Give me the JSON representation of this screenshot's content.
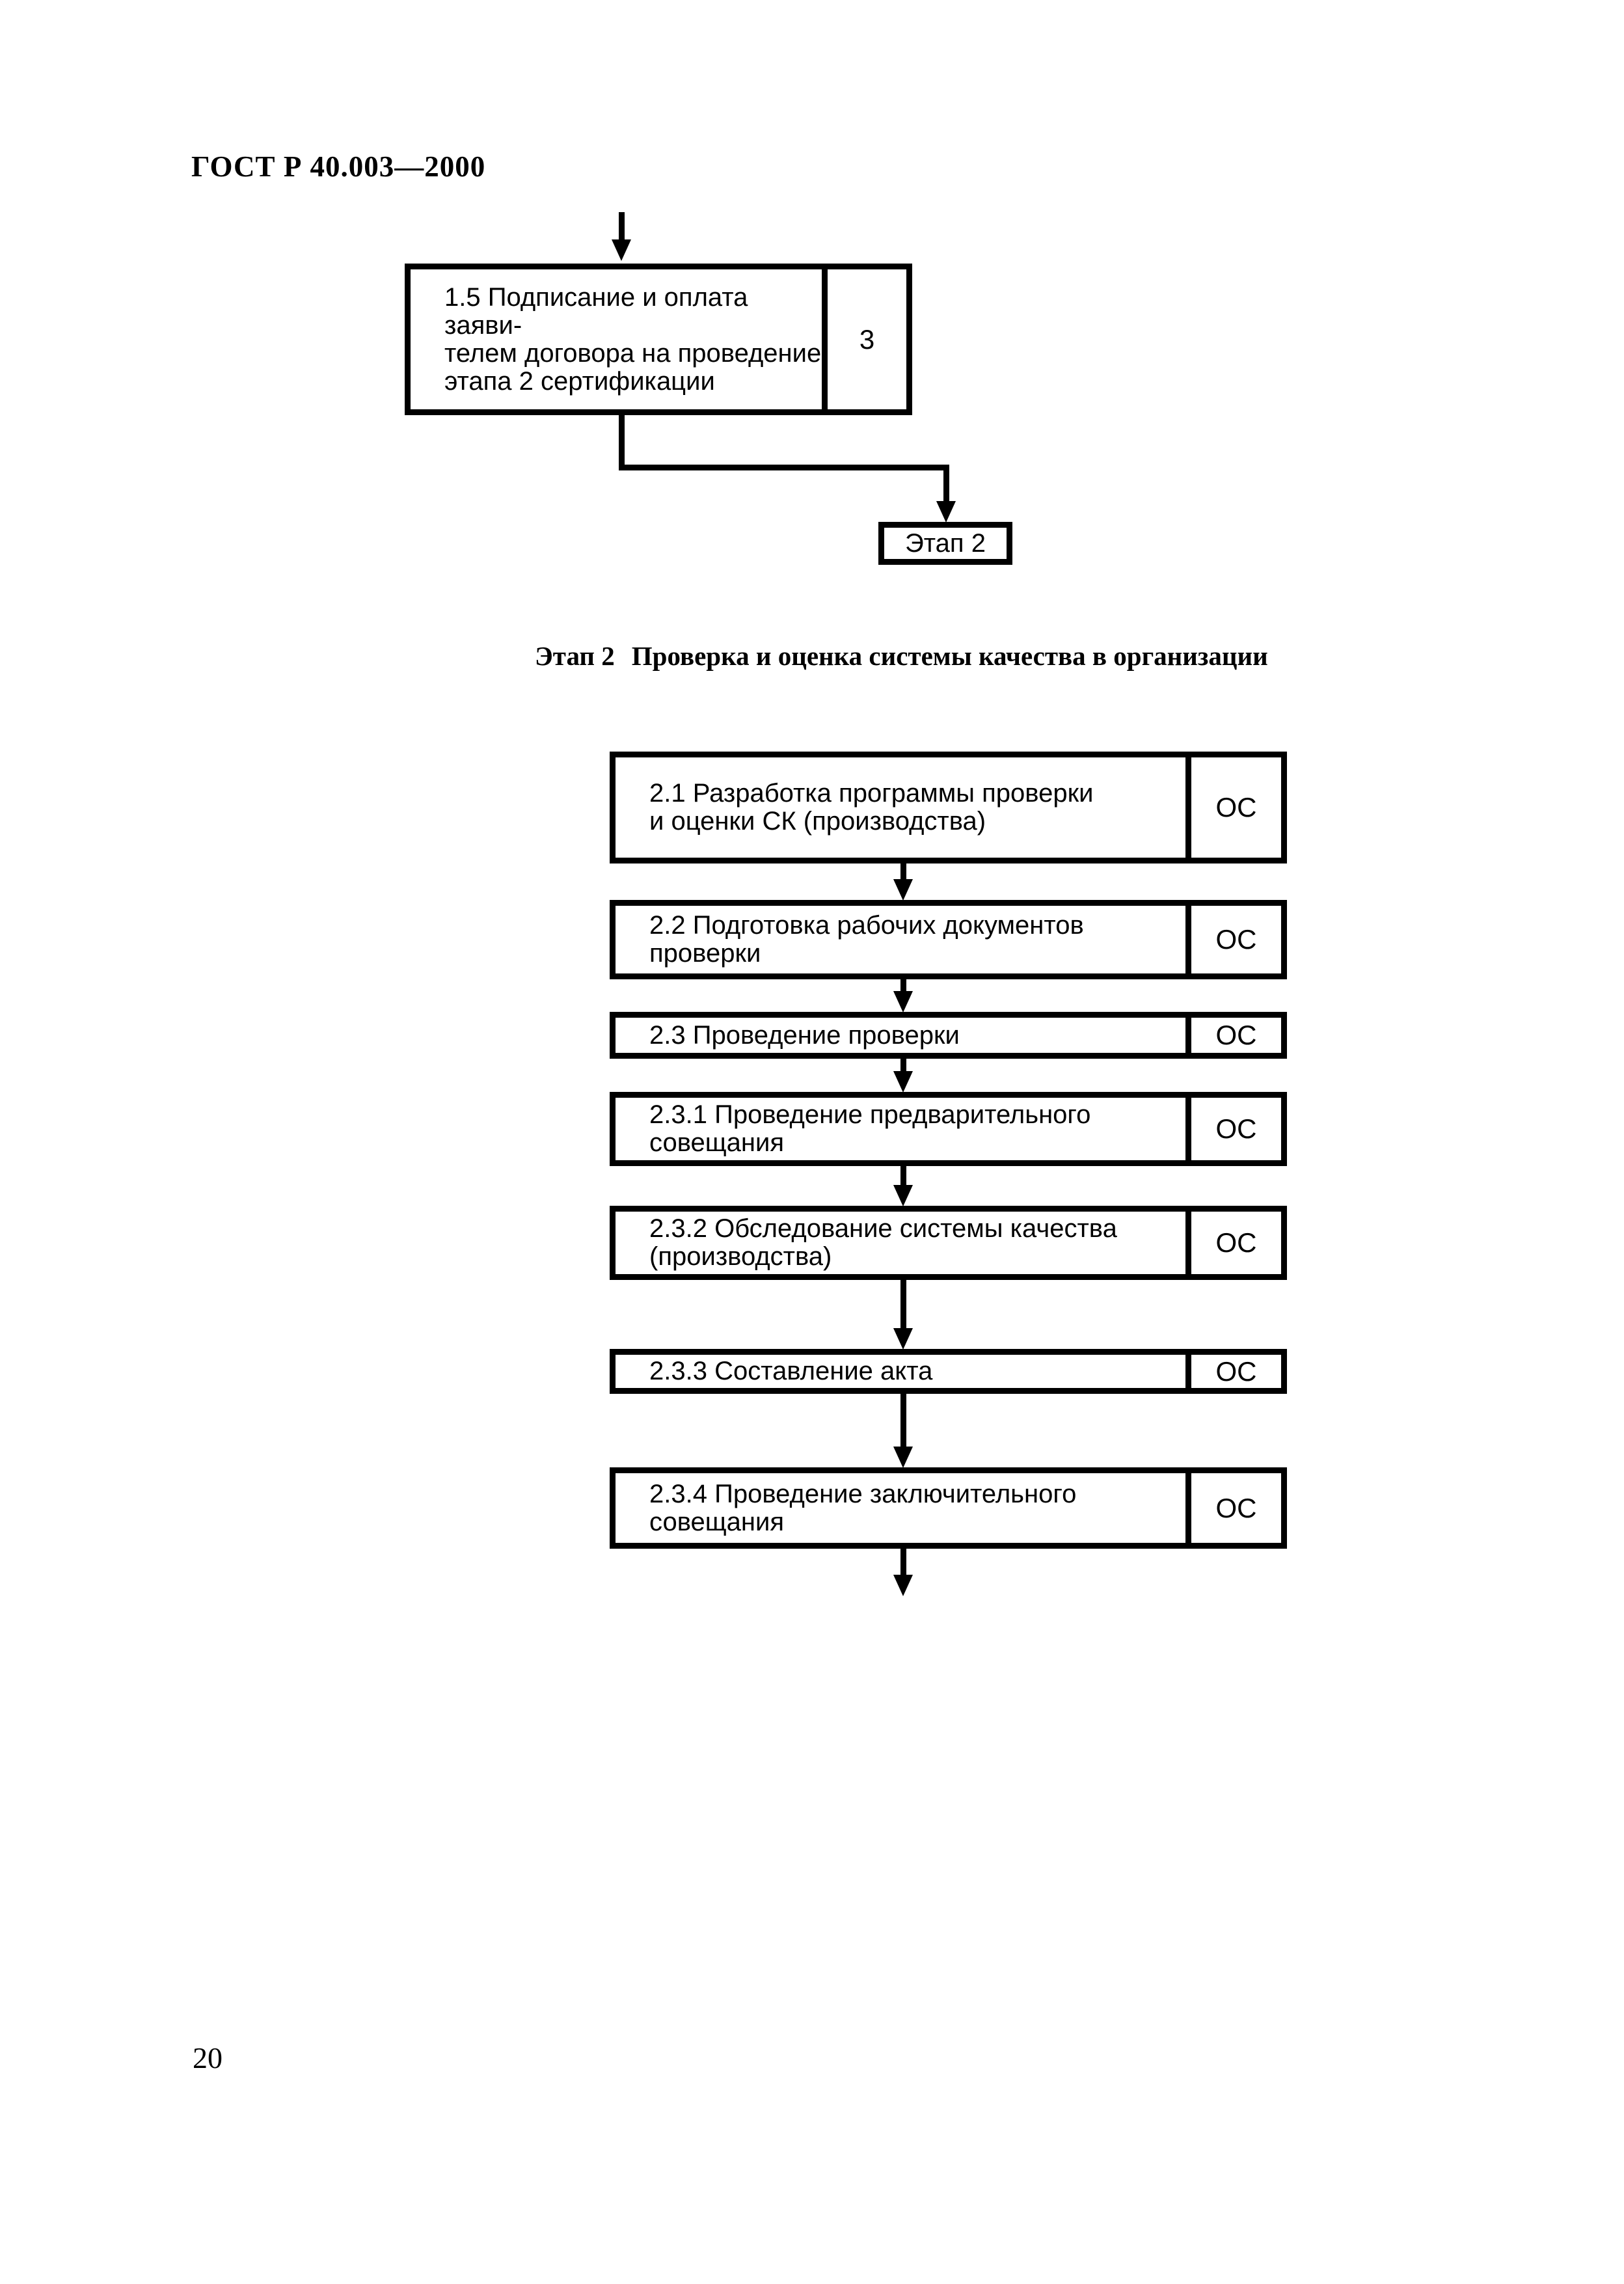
{
  "header": {
    "title": "ГОСТ Р 40.003—2000"
  },
  "flow1": {
    "box15": {
      "text": "1.5 Подписание и оплата заяви-\nтелем договора на проведение\nэтапа 2 сертификации",
      "side": "3"
    },
    "stage_box_label": "Этап 2"
  },
  "caption": {
    "stage": "Этап 2",
    "title": "Проверка и оценка системы качества в организации"
  },
  "flow2": {
    "boxes": [
      {
        "text": "2.1 Разработка программы проверки\nи оценки СК (производства)",
        "side": "ОС"
      },
      {
        "text": "2.2 Подготовка рабочих документов проверки",
        "side": "ОС"
      },
      {
        "text": "2.3 Проведение проверки",
        "side": "ОС"
      },
      {
        "text": "2.3.1 Проведение предварительного\nсовещания",
        "side": "ОС"
      },
      {
        "text": "2.3.2 Обследование системы качества\n(производства)",
        "side": "ОС"
      },
      {
        "text": "2.3.3 Составление акта",
        "side": "ОС"
      },
      {
        "text": "2.3.4 Проведение заключительного\nсовещания",
        "side": "ОС"
      }
    ]
  },
  "footer": {
    "page_number": "20"
  }
}
